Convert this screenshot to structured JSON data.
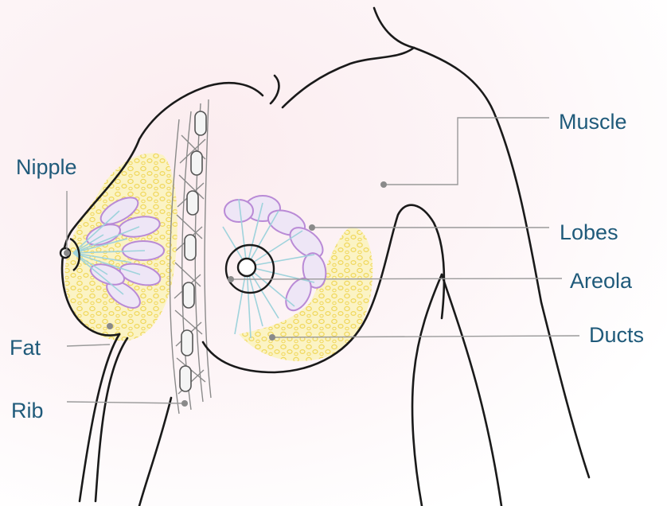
{
  "labels": {
    "nipple": "Nipple",
    "fat": "Fat",
    "rib": "Rib",
    "muscle": "Muscle",
    "lobes": "Lobes",
    "areola": "Areola",
    "ducts": "Ducts"
  },
  "colors": {
    "label_text": "#1f5a7a",
    "outline": "#1a1a1a",
    "leader_line": "#9a9a9a",
    "fat": "#f3e27a",
    "lobe_outline": "#b98ad6",
    "duct": "#9fd3dc",
    "rib": "#8a8a8a",
    "background": "#fdf5f7"
  }
}
